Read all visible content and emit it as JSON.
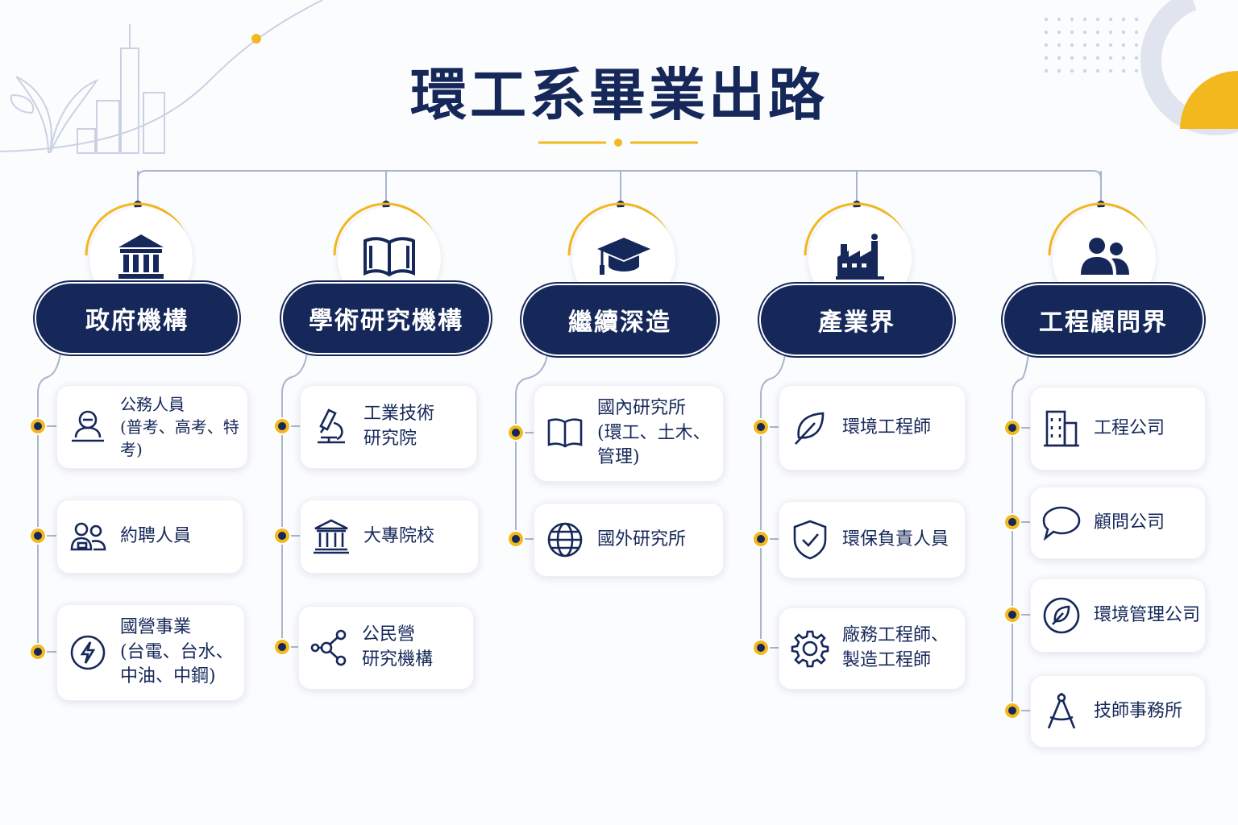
{
  "title": "環工系畢業出路",
  "colors": {
    "navy": "#16285a",
    "gold": "#f4b81f",
    "line": "#a9b5cd"
  },
  "categories": [
    {
      "label": "政府機構",
      "icon": "government-building-icon",
      "items": [
        {
          "text": "公務人員\n(普考、高考、特考)",
          "icon": "civil-servant-icon"
        },
        {
          "text": "約聘人員",
          "icon": "contract-staff-icon"
        },
        {
          "text": "國營事業\n(台電、台水、\n中油、中鋼)",
          "icon": "lightning-icon"
        }
      ]
    },
    {
      "label": "學術研究機構",
      "icon": "open-book-icon",
      "items": [
        {
          "text": "工業技術\n研究院",
          "icon": "microscope-icon"
        },
        {
          "text": "大專院校",
          "icon": "university-icon"
        },
        {
          "text": "公民營\n研究機構",
          "icon": "network-icon"
        }
      ]
    },
    {
      "label": "繼續深造",
      "icon": "graduation-cap-icon",
      "items": [
        {
          "text": "國內研究所\n(環工、土木、\n管理)",
          "icon": "book-icon"
        },
        {
          "text": "國外研究所",
          "icon": "globe-icon"
        }
      ]
    },
    {
      "label": "產業界",
      "icon": "factory-icon",
      "items": [
        {
          "text": "環境工程師",
          "icon": "leaf-icon"
        },
        {
          "text": "環保負責人員",
          "icon": "shield-check-icon"
        },
        {
          "text": "廠務工程師、\n製造工程師",
          "icon": "gear-icon"
        }
      ]
    },
    {
      "label": "工程顧問界",
      "icon": "people-icon",
      "items": [
        {
          "text": "工程公司",
          "icon": "office-building-icon"
        },
        {
          "text": "顧問公司",
          "icon": "speech-bubble-icon"
        },
        {
          "text": "環境管理公司",
          "icon": "leaf-circle-icon"
        },
        {
          "text": "技師事務所",
          "icon": "compass-icon"
        }
      ]
    }
  ]
}
